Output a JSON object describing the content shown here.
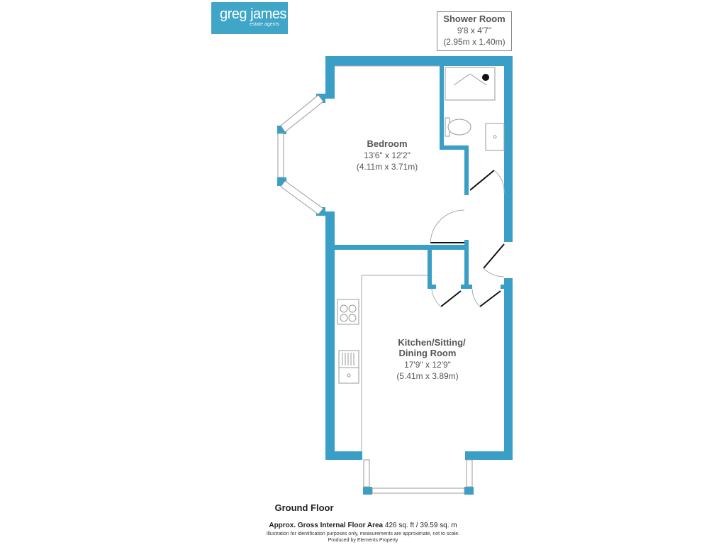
{
  "logo": {
    "brand": "greg james",
    "tagline": "estate agents"
  },
  "rooms": {
    "shower": {
      "name": "Shower Room",
      "imperial": "9'8 x 4'7\"",
      "metric": "(2.95m x 1.40m)"
    },
    "bedroom": {
      "name": "Bedroom",
      "imperial": "13'6\" x 12'2\"",
      "metric": "(4.11m x 3.71m)"
    },
    "kitchen": {
      "name_line1": "Kitchen/Sitting/",
      "name_line2": "Dining Room",
      "imperial": "17'9\" x 12'9\"",
      "metric": "(5.41m x 3.89m)"
    }
  },
  "footer": {
    "floor": "Ground Floor",
    "area_label": "Approx. Gross Internal Floor Area",
    "area_value": "426 sq. ft / 39.59 sq. m",
    "disclaimer": "Illustration for identification purposes only, measurements are approximate, not to scale.",
    "producer": "Produced by Elements Property"
  },
  "colors": {
    "wall": "#3a9fc6",
    "window": "#ffffff",
    "text": "#555555"
  }
}
